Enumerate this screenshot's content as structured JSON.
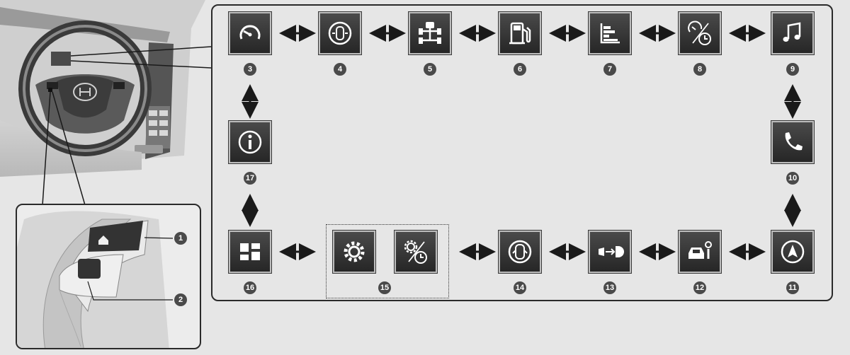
{
  "tiles": [
    {
      "id": "3",
      "icon": "speedometer-icon"
    },
    {
      "id": "4",
      "icon": "vehicle-top-view-icon"
    },
    {
      "id": "5",
      "icon": "all-wheel-drive-icon"
    },
    {
      "id": "6",
      "icon": "fuel-pump-icon"
    },
    {
      "id": "7",
      "icon": "bar-chart-icon"
    },
    {
      "id": "8",
      "icon": "trip-timer-icon"
    },
    {
      "id": "9",
      "icon": "music-note-icon"
    },
    {
      "id": "10",
      "icon": "phone-icon"
    },
    {
      "id": "11",
      "icon": "navigation-arrow-icon"
    },
    {
      "id": "12",
      "icon": "vehicle-info-icon"
    },
    {
      "id": "13",
      "icon": "headlight-icon"
    },
    {
      "id": "14",
      "icon": "vehicle-doors-icon"
    },
    {
      "id": "15a",
      "icon": "gear-icon"
    },
    {
      "id": "15b",
      "icon": "gear-clock-icon"
    },
    {
      "id": "16",
      "icon": "split-screen-icon"
    },
    {
      "id": "17",
      "icon": "info-icon"
    }
  ],
  "badges": {
    "b1": "1",
    "b2": "2",
    "b3": "3",
    "b4": "4",
    "b5": "5",
    "b6": "6",
    "b7": "7",
    "b8": "8",
    "b9": "9",
    "b10": "10",
    "b11": "11",
    "b12": "12",
    "b13": "13",
    "b14": "14",
    "b15": "15",
    "b16": "16",
    "b17": "17"
  },
  "inset": {
    "home_button_icon": "home-icon",
    "selector_icon": "selector-pad-icon"
  },
  "colors": {
    "tile": "#333333",
    "badge": "#4a4a4a",
    "line": "#1a1a1a",
    "background": "#e6e6e6"
  }
}
